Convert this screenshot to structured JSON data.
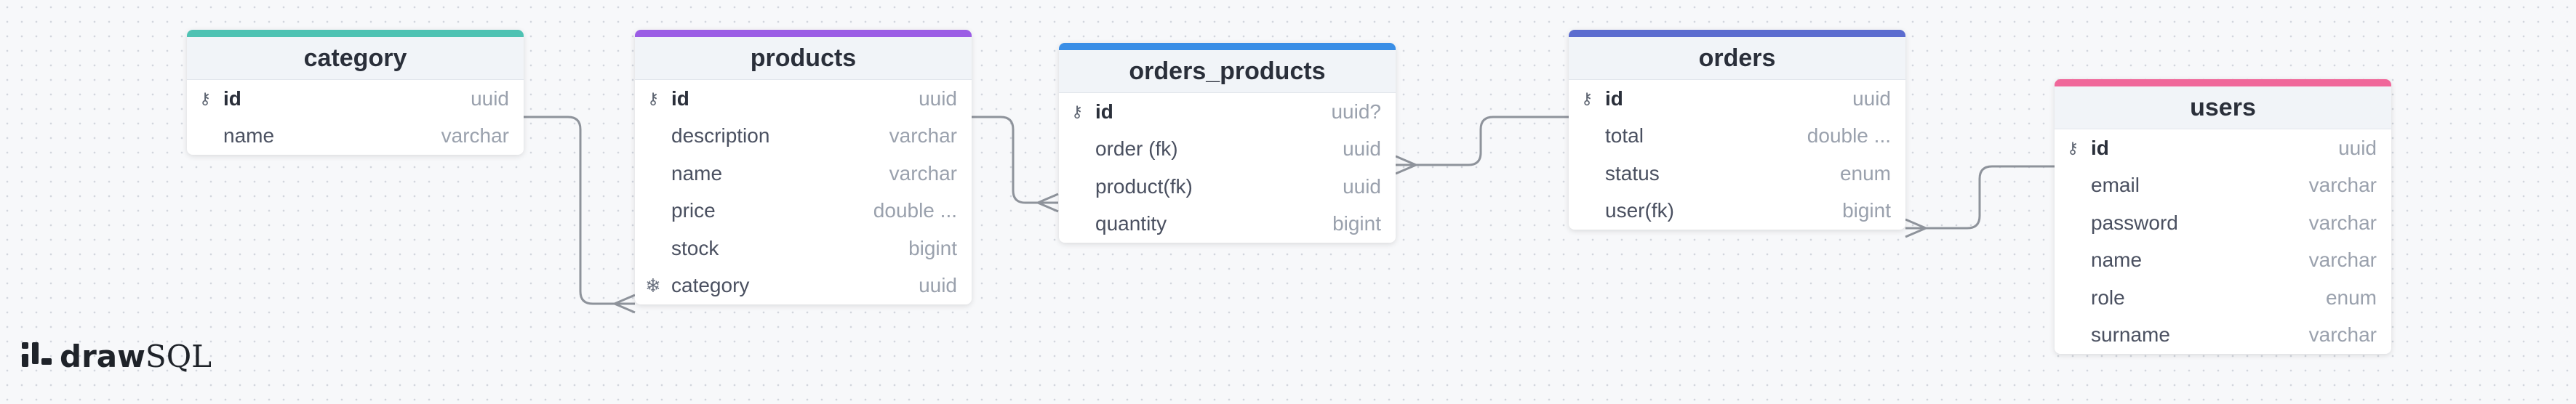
{
  "colors": {
    "category": "#4ec2b3",
    "products": "#9b5de5",
    "orders_products": "#3a8ee6",
    "orders": "#5b6ccf",
    "users": "#f0679a"
  },
  "icons": {
    "primary_key": "key-icon",
    "index": "index-icon",
    "crow_foot": "many-relationship-marker"
  },
  "tables": {
    "category": {
      "title": "category",
      "columns": [
        {
          "name": "id",
          "type": "uuid"
        },
        {
          "name": "name",
          "type": "varchar"
        }
      ]
    },
    "products": {
      "title": "products",
      "columns": [
        {
          "name": "id",
          "type": "uuid"
        },
        {
          "name": "description",
          "type": "varchar"
        },
        {
          "name": "name",
          "type": "varchar"
        },
        {
          "name": "price",
          "type": "double ..."
        },
        {
          "name": "stock",
          "type": "bigint"
        },
        {
          "name": "category",
          "type": "uuid"
        }
      ]
    },
    "orders_products": {
      "title": "orders_products",
      "columns": [
        {
          "name": "id",
          "type": "uuid?"
        },
        {
          "name": "order (fk)",
          "type": "uuid"
        },
        {
          "name": "product(fk)",
          "type": "uuid"
        },
        {
          "name": "quantity",
          "type": "bigint"
        }
      ]
    },
    "orders": {
      "title": "orders",
      "columns": [
        {
          "name": "id",
          "type": "uuid"
        },
        {
          "name": "total",
          "type": "double ..."
        },
        {
          "name": "status",
          "type": "enum"
        },
        {
          "name": "user(fk)",
          "type": "bigint"
        }
      ]
    },
    "users": {
      "title": "users",
      "columns": [
        {
          "name": "id",
          "type": "uuid"
        },
        {
          "name": "email",
          "type": "varchar"
        },
        {
          "name": "password",
          "type": "varchar"
        },
        {
          "name": "name",
          "type": "varchar"
        },
        {
          "name": "role",
          "type": "enum"
        },
        {
          "name": "surname",
          "type": "varchar"
        }
      ]
    }
  },
  "relations": [
    {
      "from": "category.id",
      "to": "products.category",
      "kind": "one-to-many"
    },
    {
      "from": "products.id",
      "to": "orders_products.product(fk)",
      "kind": "one-to-many"
    },
    {
      "from": "orders.id",
      "to": "orders_products.order (fk)",
      "kind": "one-to-many"
    },
    {
      "from": "users.id",
      "to": "orders.user(fk)",
      "kind": "one-to-many"
    }
  ],
  "branding": {
    "logo_bold": "draw",
    "logo_light": "SQL"
  }
}
